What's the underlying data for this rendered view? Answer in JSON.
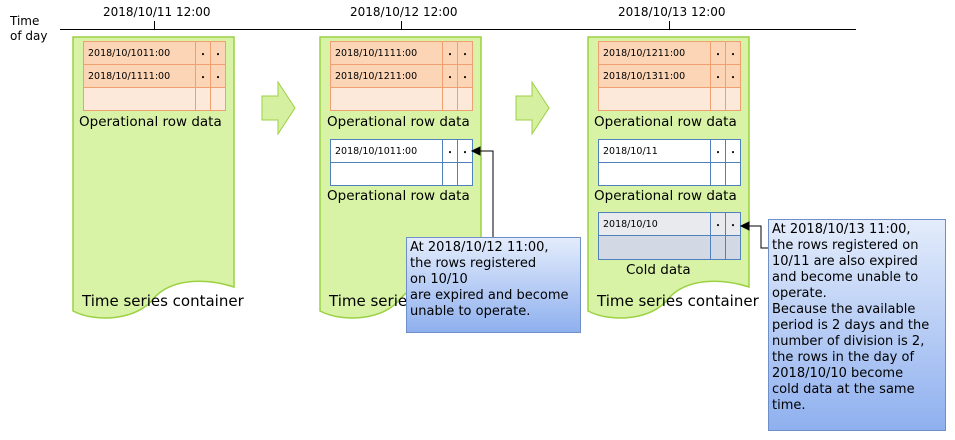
{
  "axis": {
    "label_line1": "Time",
    "label_line2": "of day",
    "times": [
      "2018/10/11 12:00",
      "2018/10/12 12:00",
      "2018/10/13 12:00"
    ]
  },
  "panel1": {
    "rows": [
      {
        "date": "2018/10/1011:00",
        "c1": "・",
        "c2": "・"
      },
      {
        "date": "2018/10/1111:00",
        "c1": "・",
        "c2": "・"
      }
    ],
    "op_label": "Operational row data",
    "title": "Time series container"
  },
  "panel2": {
    "rows": [
      {
        "date": "2018/10/1111:00",
        "c1": "・",
        "c2": "・"
      },
      {
        "date": "2018/10/1211:00",
        "c1": "・",
        "c2": "・"
      }
    ],
    "op_label": "Operational row data",
    "rows2": [
      {
        "date": "2018/10/1011:00",
        "c1": "・",
        "c2": "・"
      }
    ],
    "op_label2": "Operational row data",
    "title": "Time series container"
  },
  "panel3": {
    "rows": [
      {
        "date": "2018/10/1211:00",
        "c1": "・",
        "c2": "・"
      },
      {
        "date": "2018/10/1311:00",
        "c1": "・",
        "c2": "・"
      }
    ],
    "op_label": "Operational row data",
    "rows2": [
      {
        "date": "2018/10/11",
        "c1": "・",
        "c2": "・"
      }
    ],
    "op_label2": "Operational row data",
    "rows3": [
      {
        "date": "2018/10/10",
        "c1": "・",
        "c2": "・"
      }
    ],
    "cold_label": "Cold data",
    "title": "Time series container"
  },
  "callout1": {
    "lines": [
      "At 2018/10/12 11:00,",
      "the rows registered",
      "on 10/10",
      "are expired and become",
      "unable to operate."
    ]
  },
  "callout2": {
    "lines": [
      "At 2018/10/13 11:00,",
      "the rows registered on",
      "10/11 are also expired",
      "and become unable to",
      "operate.",
      "Because the available",
      "period is 2 days and the",
      "number of division is 2,",
      "the rows in the day of",
      "2018/10/10 become",
      "cold data at the same",
      "time."
    ]
  },
  "colors": {
    "container_fill": "#d8f3a5",
    "container_stroke": "#9bd143",
    "arrow_fill": "#d4f0a0",
    "operational_fill": "#fbd5b5",
    "operational_border": "#f0a070",
    "table_border": "#4f81bd",
    "callout_top": "#e3ecfb",
    "callout_bottom": "#8fb0ef"
  }
}
